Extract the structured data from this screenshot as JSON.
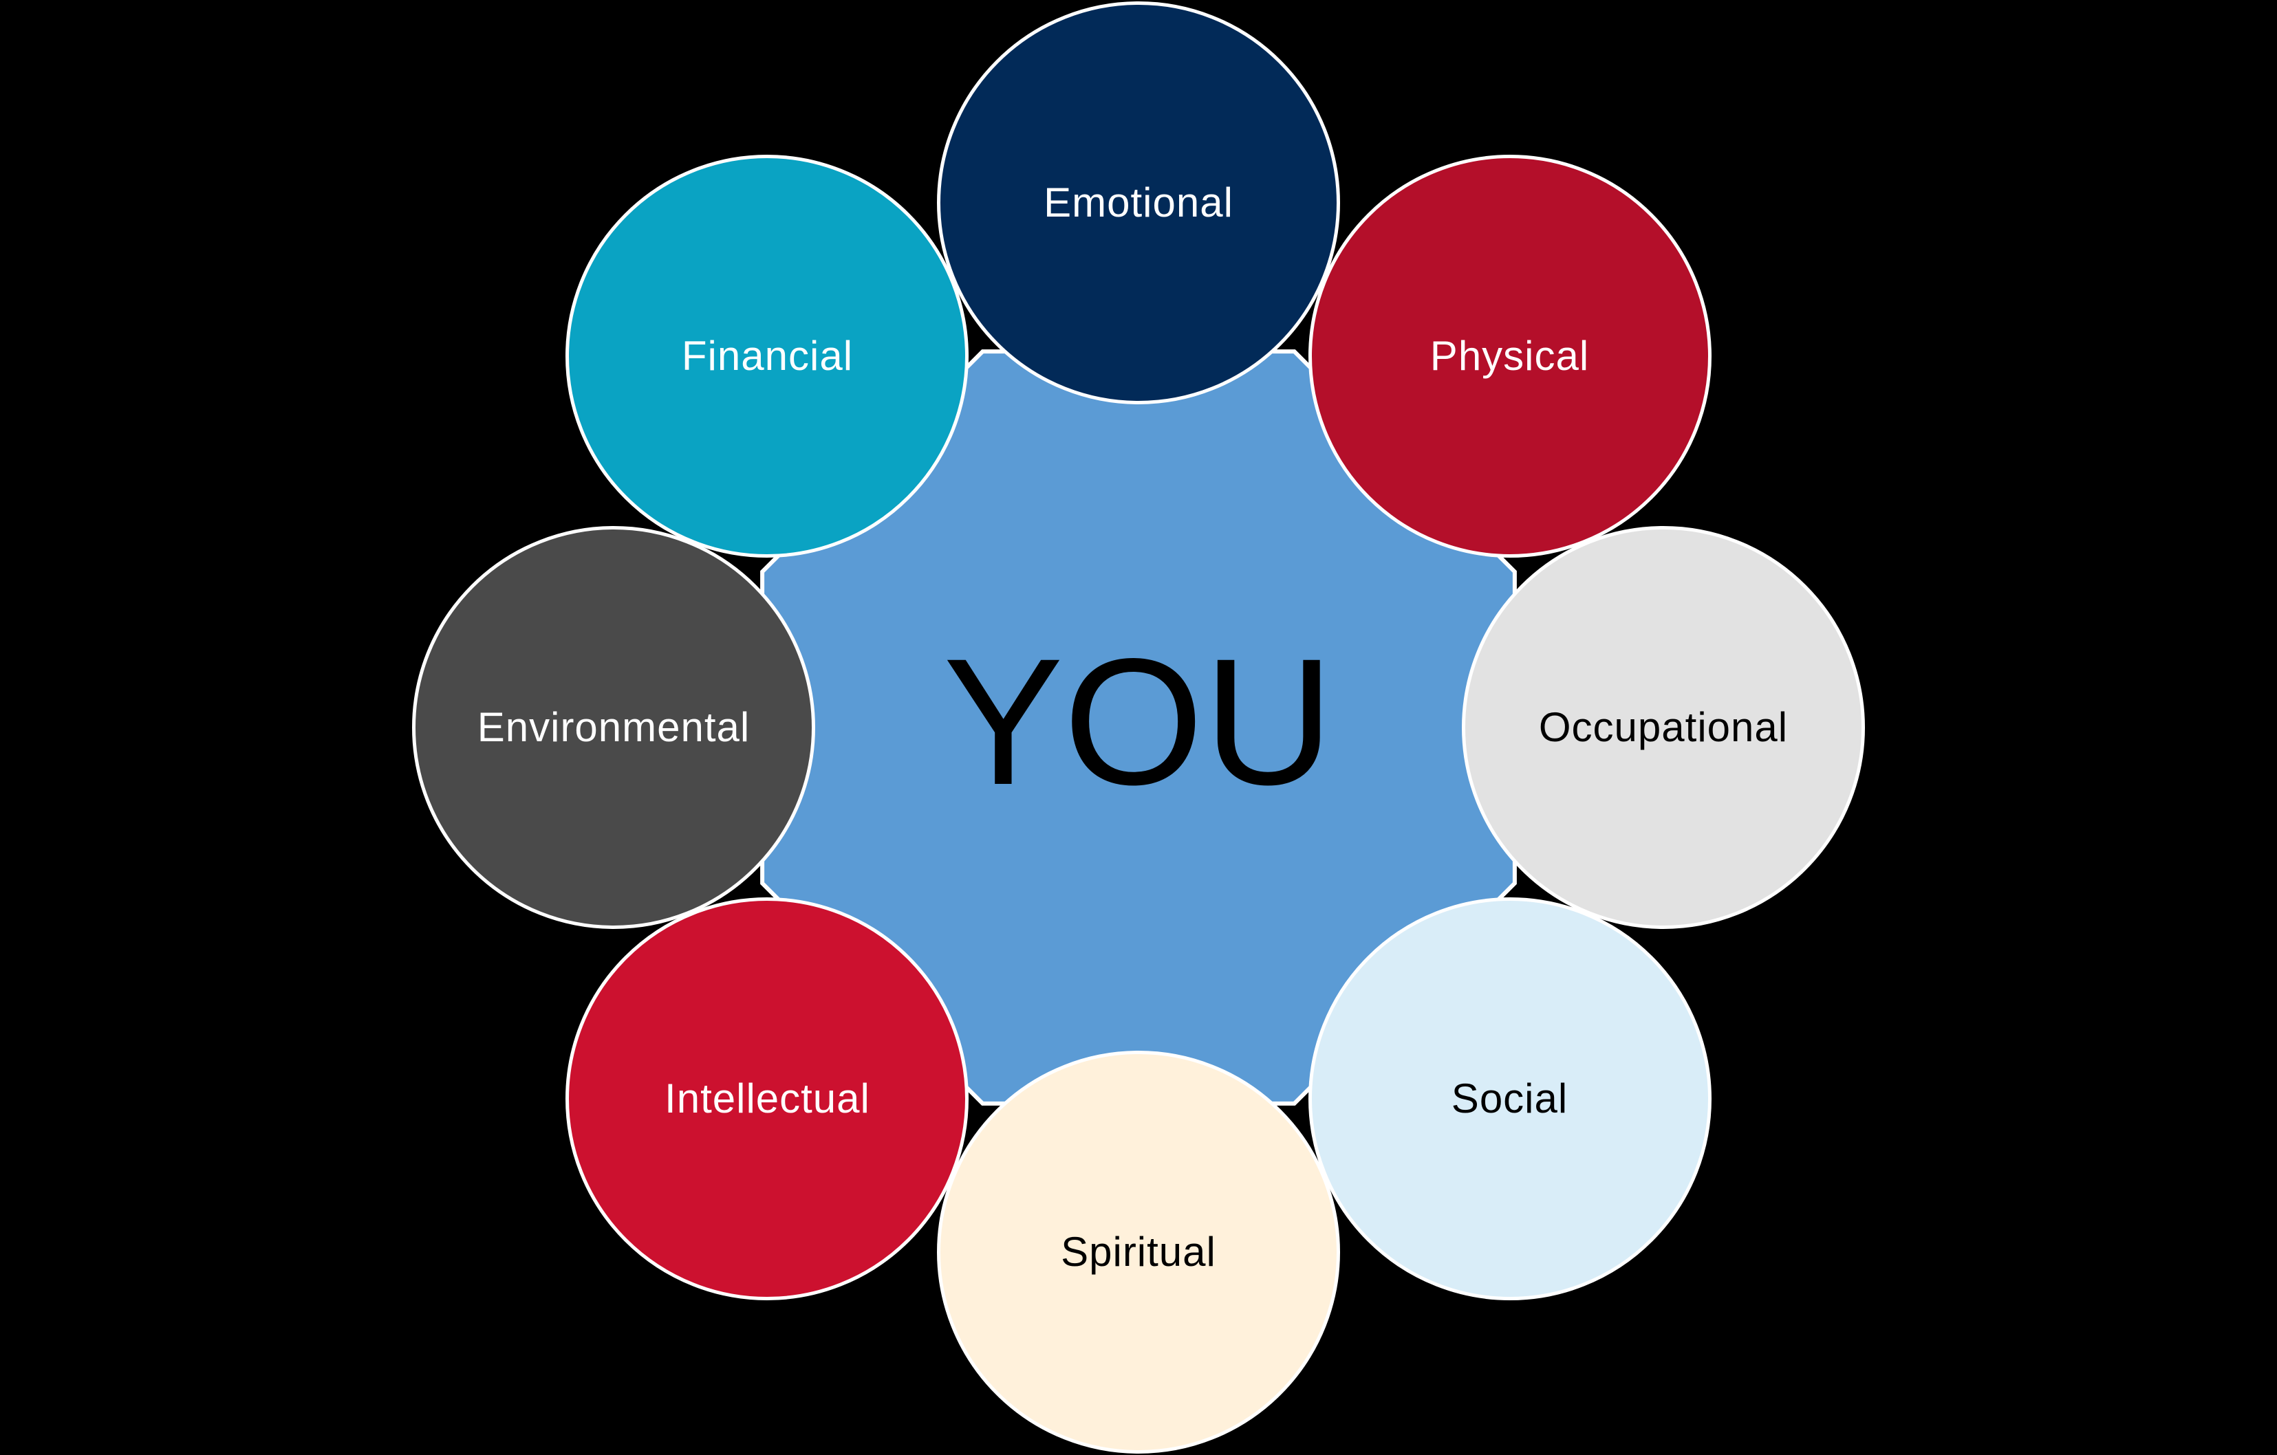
{
  "background": "#000000",
  "hub": {
    "label": "YOU",
    "shape": "octagon",
    "fill": "#5b9bd5",
    "stroke": "#ffffff",
    "text_color": "#000000"
  },
  "nodes": [
    {
      "label": "Emotional",
      "angle": 0,
      "fill": "#022a58",
      "text_color": "#ffffff"
    },
    {
      "label": "Physical",
      "angle": 45,
      "fill": "#b40f2a",
      "text_color": "#ffffff"
    },
    {
      "label": "Occupational",
      "angle": 90,
      "fill": "#e2e2e2",
      "text_color": "#000000"
    },
    {
      "label": "Social",
      "angle": 135,
      "fill": "#d9edf8",
      "text_color": "#000000"
    },
    {
      "label": "Spiritual",
      "angle": 180,
      "fill": "#fff1db",
      "text_color": "#000000"
    },
    {
      "label": "Intellectual",
      "angle": 225,
      "fill": "#cc112f",
      "text_color": "#ffffff"
    },
    {
      "label": "Environmental",
      "angle": 270,
      "fill": "#4a4a4a",
      "text_color": "#ffffff"
    },
    {
      "label": "Financial",
      "angle": 315,
      "fill": "#0aa3c3",
      "text_color": "#ffffff"
    }
  ]
}
